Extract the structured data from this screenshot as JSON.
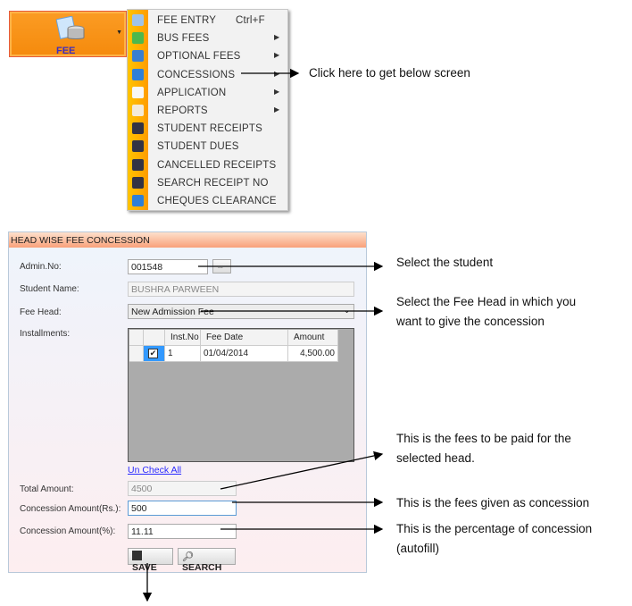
{
  "ribbon": {
    "fee_label": "FEE"
  },
  "menu": {
    "items": [
      {
        "label": "FEE ENTRY",
        "shortcut": "Ctrl+F",
        "submenu": false,
        "icon": "documents-icon"
      },
      {
        "label": "BUS FEES",
        "submenu": true,
        "icon": "bus-icon"
      },
      {
        "label": "OPTIONAL FEES",
        "submenu": true,
        "icon": "lock-screen-icon"
      },
      {
        "label": "CONCESSIONS",
        "submenu": true,
        "icon": "monitor-minus-icon"
      },
      {
        "label": "APPLICATION",
        "submenu": true,
        "icon": "window-icon"
      },
      {
        "label": "REPORTS",
        "submenu": true,
        "icon": "pages-icon"
      },
      {
        "label": "STUDENT RECEIPTS",
        "submenu": false,
        "icon": "binoculars-icon"
      },
      {
        "label": "STUDENT DUES",
        "submenu": false,
        "icon": "binoculars-icon"
      },
      {
        "label": "CANCELLED RECEIPTS",
        "submenu": false,
        "icon": "binoculars-icon"
      },
      {
        "label": "SEARCH RECEIPT NO",
        "submenu": false,
        "icon": "binoculars-icon"
      },
      {
        "label": "CHEQUES CLEARANCE",
        "submenu": false,
        "icon": "monitor-minus-icon"
      }
    ]
  },
  "annotations": {
    "concessions": "Click here to get below screen",
    "student": "Select the student",
    "fee_head_1": "Select the Fee Head in which you",
    "fee_head_2": "want to give the concession",
    "total_1": "This is the fees to be paid for the",
    "total_2": "selected head.",
    "conc_rs": "This is the fees given as concession",
    "conc_pct_1": "This is the percentage of concession",
    "conc_pct_2": "(autofill)"
  },
  "form": {
    "title": "HEAD WISE FEE CONCESSION",
    "admin_no_label": "Admin.No:",
    "admin_no": "001548",
    "browse_label": "...",
    "student_name_label": "Student Name:",
    "student_name": "BUSHRA  PARWEEN",
    "fee_head_label": "Fee Head:",
    "fee_head": "New Admission Fee",
    "installments_label": "Installments:",
    "grid": {
      "headers": [
        "Inst.No",
        "Fee Date",
        "Amount"
      ],
      "rows": [
        {
          "checked": true,
          "inst_no": "1",
          "fee_date": "01/04/2014",
          "amount": "4,500.00"
        }
      ]
    },
    "uncheck_all": "Un Check All",
    "total_label": "Total Amount:",
    "total": "4500",
    "conc_rs_label": "Concession Amount(Rs.):",
    "conc_rs": "500",
    "conc_pct_label": "Concession Amount(%):",
    "conc_pct": "11.11",
    "save_label": "SAVE",
    "search_label": "SEARCH"
  }
}
